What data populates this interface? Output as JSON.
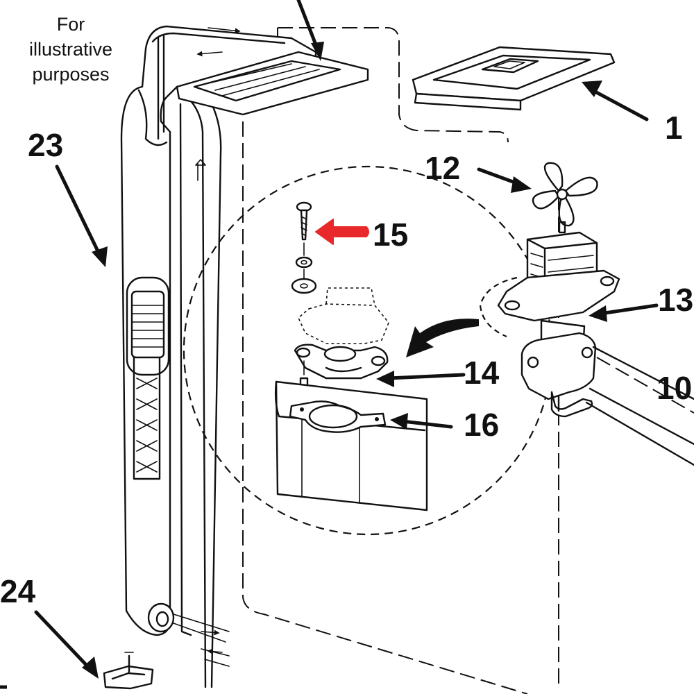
{
  "note": {
    "line1": "For",
    "line2": "illustrative",
    "line3": "purposes"
  },
  "callouts": {
    "c1": "1",
    "c10": "10",
    "c12": "12",
    "c13": "13",
    "c14": "14",
    "c15": "15",
    "c16": "16",
    "c23": "23",
    "c24": "24"
  },
  "colors": {
    "highlight_arrow": "#e8282b",
    "line": "#111111",
    "background": "#ffffff"
  }
}
